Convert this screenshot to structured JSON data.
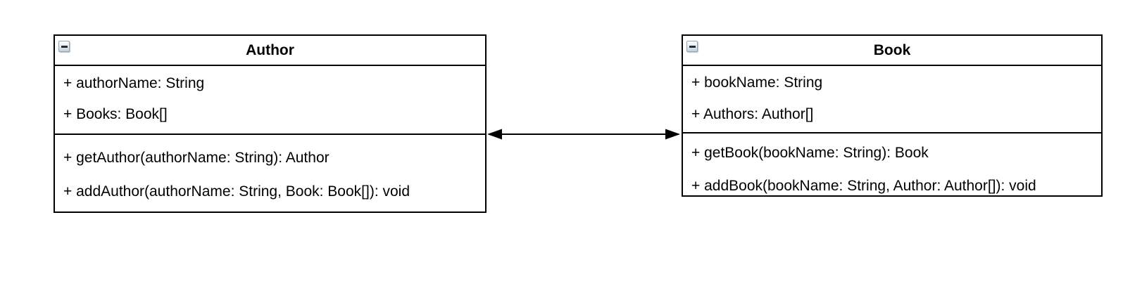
{
  "diagram": {
    "type": "uml-class-diagram",
    "colors": {
      "background": "#ffffff",
      "line": "#000000",
      "text": "#000000",
      "collapse_button_border": "#8fa6ba",
      "collapse_button_gradient_top": "#fdfeff",
      "collapse_button_gradient_bottom": "#bfd0df",
      "collapse_glyph": "#2b2b2b"
    },
    "classes": [
      {
        "name": "Author",
        "collapse_icon": "minus-icon",
        "attributes": [
          "+ authorName: String",
          "+ Books: Book[]"
        ],
        "methods": [
          "+ getAuthor(authorName: String): Author",
          "+ addAuthor(authorName: String, Book: Book[]): void"
        ]
      },
      {
        "name": "Book",
        "collapse_icon": "minus-icon",
        "attributes": [
          "+ bookName: String",
          "+ Authors: Author[]"
        ],
        "methods": [
          "+ getBook(bookName: String): Book",
          "+ addBook(bookName: String, Author: Author[]): void"
        ]
      }
    ],
    "connector": {
      "style": "double-headed-arrow",
      "from": "Author",
      "to": "Book"
    }
  }
}
